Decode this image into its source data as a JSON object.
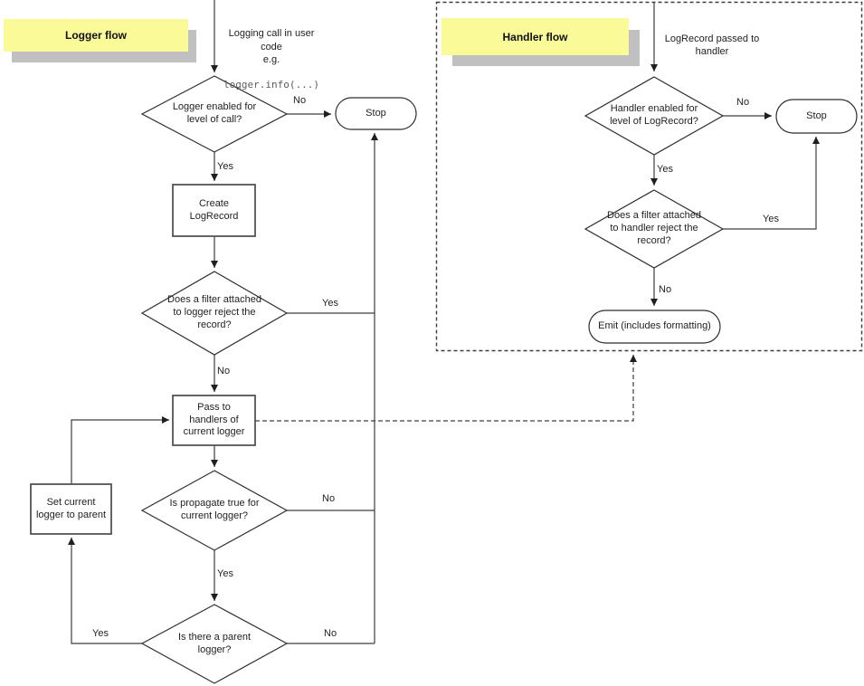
{
  "logger": {
    "title": "Logger flow",
    "note": "Logging call in user\ncode\ne.g.",
    "note_code": "logger.info(...)",
    "nodes": {
      "enabled": "Logger enabled for\nlevel of call?",
      "stop": "Stop",
      "create": "Create\nLogRecord",
      "filter": "Does a filter attached\nto logger reject the\nrecord?",
      "pass": "Pass to\nhandlers of\ncurrent logger",
      "propagate": "Is propagate true for\ncurrent logger?",
      "parent": "Is there a parent\nlogger?",
      "set_parent": "Set current\nlogger to parent"
    },
    "edges": {
      "enabled_no": "No",
      "enabled_yes": "Yes",
      "filter_yes": "Yes",
      "filter_no": "No",
      "propagate_no": "No",
      "propagate_yes": "Yes",
      "parent_yes": "Yes",
      "parent_no": "No"
    }
  },
  "handler": {
    "title": "Handler flow",
    "note": "LogRecord passed to\nhandler",
    "nodes": {
      "enabled": "Handler enabled for\nlevel of LogRecord?",
      "stop": "Stop",
      "filter": "Does a filter attached\nto handler reject the\nrecord?",
      "emit": "Emit (includes formatting)"
    },
    "edges": {
      "enabled_no": "No",
      "enabled_yes": "Yes",
      "filter_yes": "Yes",
      "filter_no": "No"
    }
  },
  "colors": {
    "label_bg": "#fafa99",
    "label_shadow": "#c0c0c0",
    "line": "#3d3d3d",
    "text": "#1f1f1f",
    "code_text": "#5c5c5c"
  }
}
